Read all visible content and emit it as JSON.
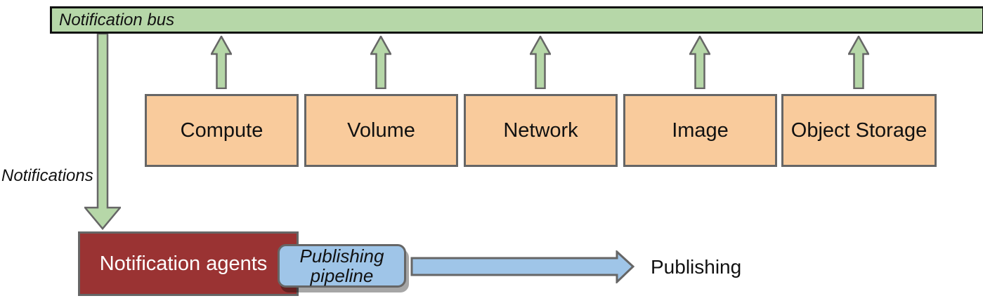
{
  "diagram": {
    "bus": {
      "label": "Notification bus"
    },
    "sources": [
      {
        "label": "Compute"
      },
      {
        "label": "Volume"
      },
      {
        "label": "Network"
      },
      {
        "label": "Image"
      },
      {
        "label": "Object Storage"
      }
    ],
    "notifications_label": "Notifications",
    "agents": {
      "label": "Notification agents"
    },
    "pipeline": {
      "label": "Publishing pipeline"
    },
    "publishing_label": "Publishing"
  },
  "colors": {
    "green": "#b6d7a8",
    "orange": "#f9cb9c",
    "red": "#9a3333",
    "blue": "#9fc5e8",
    "border": "#666666",
    "bus-border": "#111111"
  }
}
